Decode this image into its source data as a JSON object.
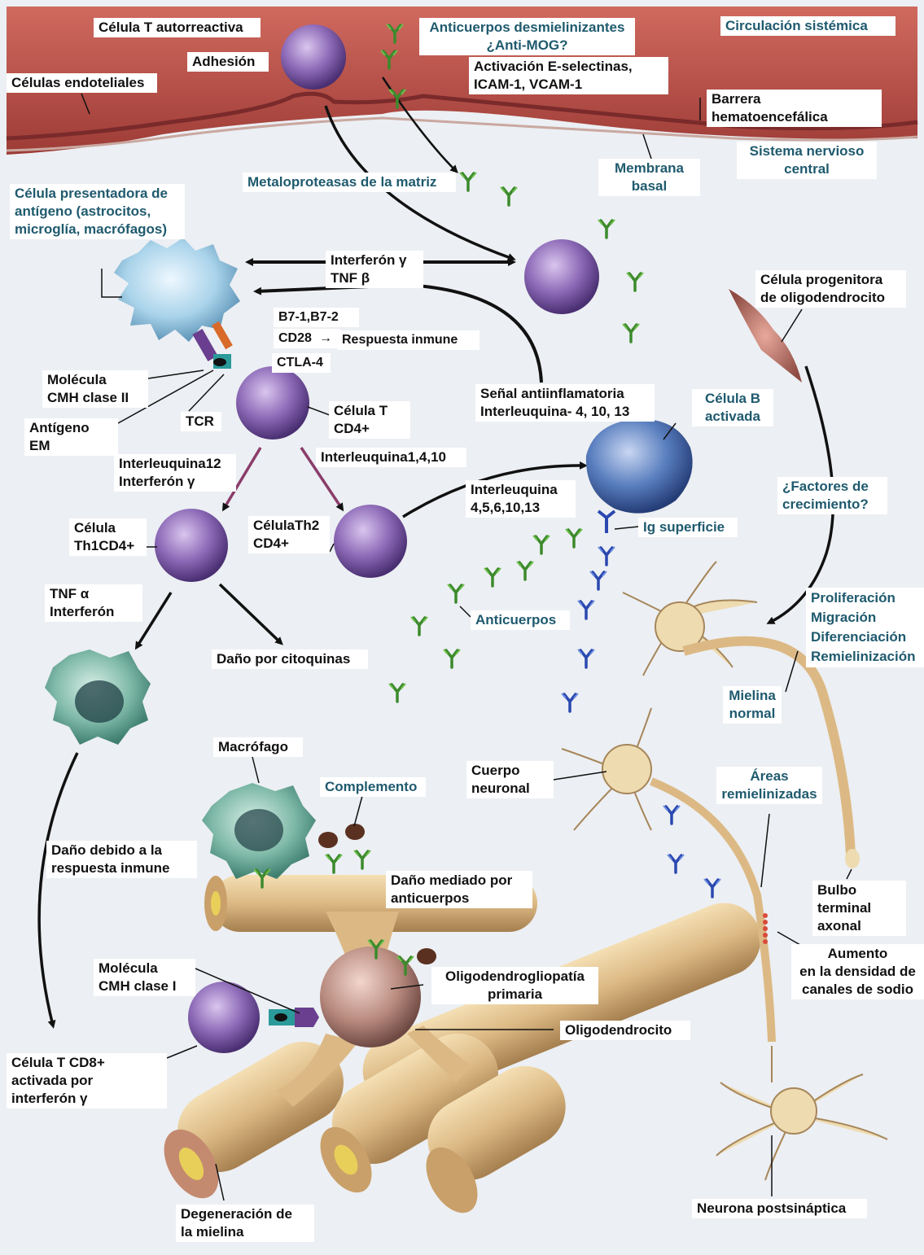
{
  "colors": {
    "vessel": "#b54a44",
    "vessel_dark": "#8c2f2f",
    "tissue": "#eceff3",
    "t_cell": "#8e6bb8",
    "apc": "#a9d3ea",
    "macrophage": "#7fb9a8",
    "b_cell": "#5a7fbf",
    "antibody_green": "#3c8a2c",
    "antibody_blue": "#2a48b0",
    "neuron": "#eedbb0",
    "myelin": "#dcb984",
    "oligo": "#b88a7e",
    "label_teal": "#1f5a6e"
  },
  "labels": {
    "t_autorreactiva": "Célula T autorreactiva",
    "adhesion": "Adhesión",
    "endoteliales": "Células endoteliales",
    "anticuerpos_desmiel": "Anticuerpos desmielinizantes\n¿Anti-MOG?",
    "circulacion": "Circulación sistémica",
    "activacion": "Activación E-selectinas,\nICAM-1, VCAM-1",
    "barrera": "Barrera\nhematoencefálica",
    "snc": "Sistema nervioso\ncentral",
    "membrana": "Membrana\nbasal",
    "metaloproteasas": "Metaloproteasas de la matriz",
    "apc": "Célula presentadora de\nantígeno (astrocitos,\nmicroglía, macrófagos)",
    "interferon_tnf": "Interferón γ\nTNF β",
    "progenitora": "Célula progenitora\nde oligodendrocito",
    "b7": "B7-1,B7-2",
    "cd28": "CD28",
    "respuesta": "Respuesta inmune",
    "ctla4": "CTLA-4",
    "cmh2": "Molécula\nCMH clase II",
    "tcr": "TCR",
    "antigeno": "Antígeno\nEM",
    "t_cd4": "Célula T\nCD4+",
    "senal": "Señal antiinflamatoria\nInterleuquina- 4, 10, 13",
    "b_activada": "Célula B\nactivada",
    "il12": "Interleuquina12\nInterferón γ",
    "il1410": "Interleuquina1,4,10",
    "il4513": "Interleuquina\n4,5,6,10,13",
    "factores": "¿Factores de\ncrecimiento?",
    "th1": "Célula\nTh1CD4+",
    "th2": "CélulaTh2\nCD4+",
    "ig_superficie": "Ig superficie",
    "tnfa": "TNF α\nInterferón",
    "anticuerpos": "Anticuerpos",
    "proliferacion": "Proliferación\nMigración\nDiferenciación\nRemielinización",
    "dano_citoq": "Daño por citoquinas",
    "mielina_normal": "Mielina\nnormal",
    "macrofago": "Macrófago",
    "complemento": "Complemento",
    "cuerpo_neuronal": "Cuerpo\nneuronal",
    "areas": "Áreas\nremielinizadas",
    "dano_inmune": "Daño debido a la\nrespuesta inmune",
    "dano_anticuerpos": "Daño mediado por\nanticuerpos",
    "bulbo": "Bulbo\nterminal\naxonal",
    "cmh1": "Molécula\nCMH clase I",
    "oligodendro_prim": "Oligodendrogliopatía\nprimaria",
    "aumento": "Aumento\nen la densidad de\ncanales de sodio",
    "oligodendrocito": "Oligodendrocito",
    "cd8": "Célula T CD8+\nactivada por\ninterferón γ",
    "degeneracion": "Degeneración de\nla mielina",
    "postsinaptica": "Neurona postsináptica"
  }
}
